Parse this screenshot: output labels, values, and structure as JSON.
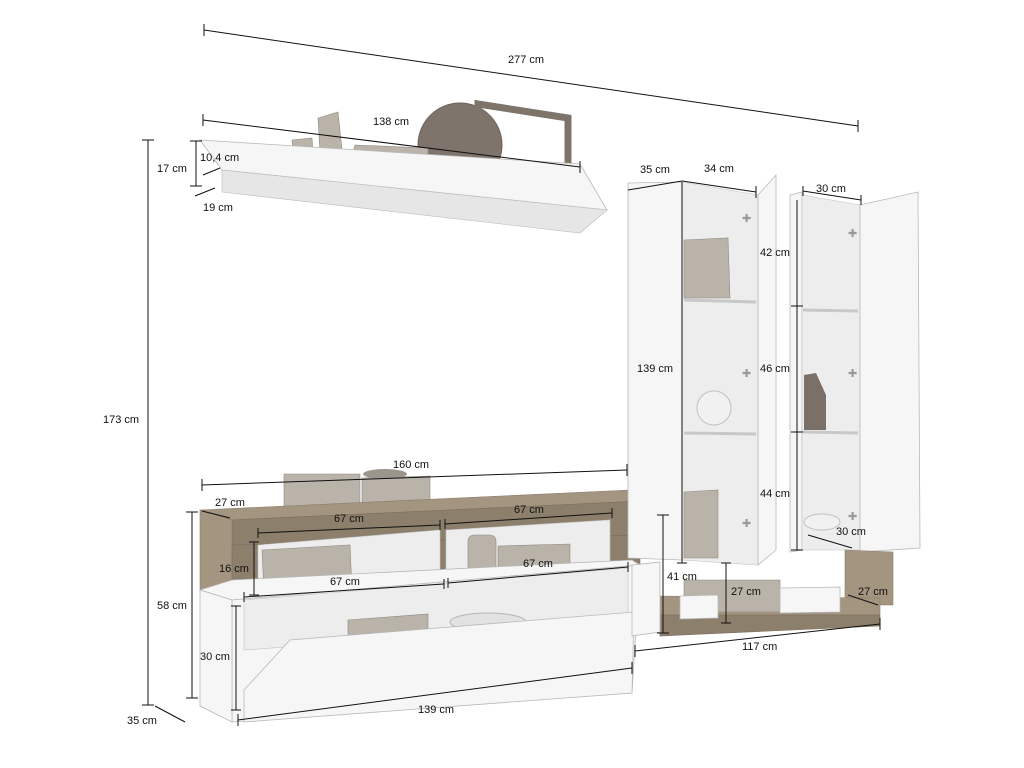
{
  "title": "Wall unit dimensions",
  "colors": {
    "wood": "#a39580",
    "white": "#f6f6f6",
    "line": "#111111"
  },
  "labels": {
    "total_width": "277 cm",
    "shelf_width": "138 cm",
    "shelf_height": "17 cm",
    "shelf_inner": "10,4 cm",
    "shelf_depth": "19 cm",
    "total_height": "173 cm",
    "tv_width": "160 cm",
    "tv_top_depth": "27 cm",
    "tv_comp_top_left": "67 cm",
    "tv_comp_top_right": "67 cm",
    "tv_niche_height": "16 cm",
    "tv_comp_bottom_left": "67 cm",
    "tv_comp_bottom_right": "67 cm",
    "tv_height": "58 cm",
    "tv_flap_height": "30 cm",
    "tv_base_width": "139 cm",
    "tv_depth": "35 cm",
    "cab1_depth": "35 cm",
    "cab1_width": "34 cm",
    "cab1_height": "139 cm",
    "cab2_width": "30 cm",
    "cab2_top": "42 cm",
    "cab2_mid": "46 cm",
    "cab2_bottom": "44 cm",
    "cab2_depth": "30 cm",
    "low_height": "41 cm",
    "low_inner": "27 cm",
    "low_depth": "27 cm",
    "low_width": "117 cm"
  }
}
